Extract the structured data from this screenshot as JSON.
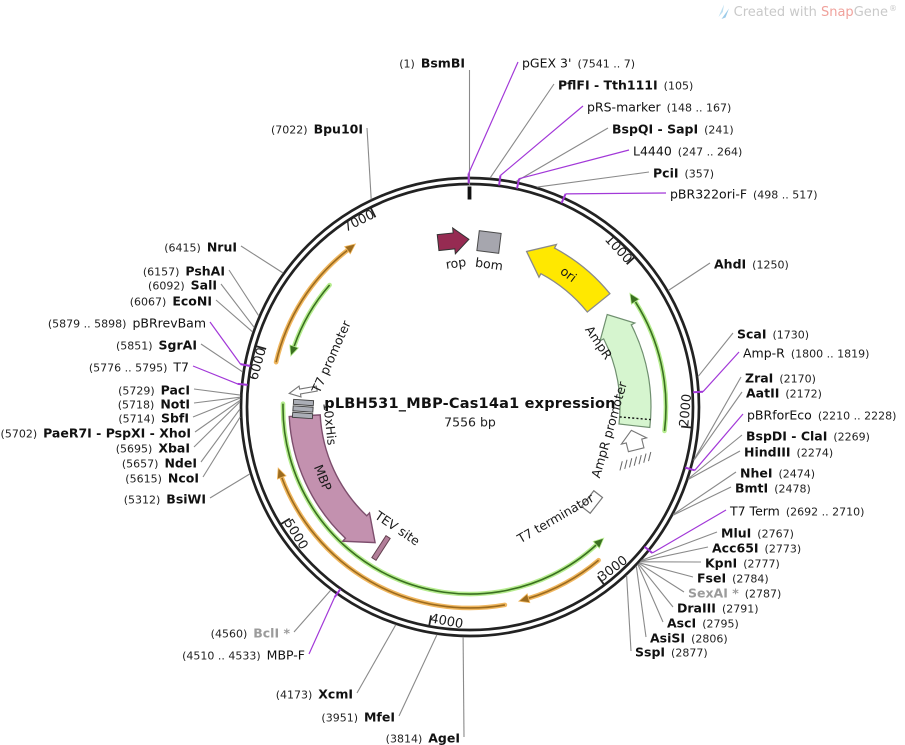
{
  "watermark": {
    "created_with": "Created with ",
    "snap": "Snap",
    "gene": "Gene",
    "reg": "®"
  },
  "plasmid": {
    "name": "pLBH531_MBP-Cas14a1 expression",
    "size": "7556 bp"
  },
  "ticks": [
    {
      "label": "1000"
    },
    {
      "label": "2000"
    },
    {
      "label": "3000"
    },
    {
      "label": "4000"
    },
    {
      "label": "5000"
    },
    {
      "label": "6000"
    },
    {
      "label": "7000"
    }
  ],
  "features": [
    {
      "label": "rop"
    },
    {
      "label": "bom"
    },
    {
      "label": "ori"
    },
    {
      "label": "AmpR"
    },
    {
      "label": "AmpR promoter"
    },
    {
      "label": "T7 terminator"
    },
    {
      "label": "T7 promoter"
    },
    {
      "label": "10xHis"
    },
    {
      "label": "MBP"
    },
    {
      "label": "TEV site"
    }
  ],
  "sites": [
    {
      "label": "BsmBI",
      "pos": "(1)",
      "kind": "enzyme"
    },
    {
      "label": "pGEX 3'",
      "pos": "(7541 .. 7)",
      "kind": "primer"
    },
    {
      "label": "PflFI - Tth111I",
      "pos": "(105)",
      "kind": "enzyme"
    },
    {
      "label": "pRS-marker",
      "pos": "(148 .. 167)",
      "kind": "primer"
    },
    {
      "label": "BspQI - SapI",
      "pos": "(241)",
      "kind": "enzyme"
    },
    {
      "label": "L4440",
      "pos": "(247 .. 264)",
      "kind": "primer"
    },
    {
      "label": "PciI",
      "pos": "(357)",
      "kind": "enzyme"
    },
    {
      "label": "pBR322ori-F",
      "pos": "(498 .. 517)",
      "kind": "primer"
    },
    {
      "label": "AhdI",
      "pos": "(1250)",
      "kind": "enzyme"
    },
    {
      "label": "ScaI",
      "pos": "(1730)",
      "kind": "enzyme"
    },
    {
      "label": "Amp-R",
      "pos": "(1800 .. 1819)",
      "kind": "primer"
    },
    {
      "label": "ZraI",
      "pos": "(2170)",
      "kind": "enzyme"
    },
    {
      "label": "AatII",
      "pos": "(2172)",
      "kind": "enzyme"
    },
    {
      "label": "pBRforEco",
      "pos": "(2210 .. 2228)",
      "kind": "primer"
    },
    {
      "label": "BspDI - ClaI",
      "pos": "(2269)",
      "kind": "enzyme"
    },
    {
      "label": "HindIII",
      "pos": "(2274)",
      "kind": "enzyme"
    },
    {
      "label": "NheI",
      "pos": "(2474)",
      "kind": "enzyme"
    },
    {
      "label": "BmtI",
      "pos": "(2478)",
      "kind": "enzyme"
    },
    {
      "label": "T7 Term",
      "pos": "(2692 .. 2710)",
      "kind": "primer"
    },
    {
      "label": "MluI",
      "pos": "(2767)",
      "kind": "enzyme"
    },
    {
      "label": "Acc65I",
      "pos": "(2773)",
      "kind": "enzyme"
    },
    {
      "label": "KpnI",
      "pos": "(2777)",
      "kind": "enzyme"
    },
    {
      "label": "FseI",
      "pos": "(2784)",
      "kind": "enzyme"
    },
    {
      "label": "SexAI *",
      "pos": "(2787)",
      "kind": "faded"
    },
    {
      "label": "DraIII",
      "pos": "(2791)",
      "kind": "enzyme"
    },
    {
      "label": "AscI",
      "pos": "(2795)",
      "kind": "enzyme"
    },
    {
      "label": "AsiSI",
      "pos": "(2806)",
      "kind": "enzyme"
    },
    {
      "label": "SspI",
      "pos": "(2877)",
      "kind": "enzyme"
    },
    {
      "label": "AgeI",
      "pos": "(3814)",
      "kind": "enzyme"
    },
    {
      "label": "MfeI",
      "pos": "(3951)",
      "kind": "enzyme"
    },
    {
      "label": "XcmI",
      "pos": "(4173)",
      "kind": "enzyme"
    },
    {
      "label": "MBP-F",
      "pos": "(4510 .. 4533)",
      "kind": "primer"
    },
    {
      "label": "BclI *",
      "pos": "(4560)",
      "kind": "faded"
    },
    {
      "label": "BsiWI",
      "pos": "(5312)",
      "kind": "enzyme"
    },
    {
      "label": "NcoI",
      "pos": "(5615)",
      "kind": "enzyme"
    },
    {
      "label": "NdeI",
      "pos": "(5657)",
      "kind": "enzyme"
    },
    {
      "label": "XbaI",
      "pos": "(5695)",
      "kind": "enzyme"
    },
    {
      "label": "PaeR7I - PspXI - XhoI",
      "pos": "(5702)",
      "kind": "enzyme"
    },
    {
      "label": "SbfI",
      "pos": "(5714)",
      "kind": "enzyme"
    },
    {
      "label": "NotI",
      "pos": "(5718)",
      "kind": "enzyme"
    },
    {
      "label": "PacI",
      "pos": "(5729)",
      "kind": "enzyme"
    },
    {
      "label": "T7",
      "pos": "(5776 .. 5795)",
      "kind": "primer"
    },
    {
      "label": "SgrAI",
      "pos": "(5851)",
      "kind": "enzyme"
    },
    {
      "label": "pBRrevBam",
      "pos": "(5879 .. 5898)",
      "kind": "primer"
    },
    {
      "label": "EcoNI",
      "pos": "(6067)",
      "kind": "enzyme"
    },
    {
      "label": "SalI",
      "pos": "(6092)",
      "kind": "enzyme"
    },
    {
      "label": "PshAI",
      "pos": "(6157)",
      "kind": "enzyme"
    },
    {
      "label": "NruI",
      "pos": "(6415)",
      "kind": "enzyme"
    },
    {
      "label": "Bpu10I",
      "pos": "(7022)",
      "kind": "enzyme"
    }
  ],
  "colors": {
    "primer": "#A238D8",
    "enzyme_text": "#111111",
    "faded_text": "#9B9B9B",
    "backbone": "#222222",
    "ori_fill": "#FFE800",
    "ampr_fill": "#D6F5CF",
    "ampr_stroke": "#6F8F6F",
    "mbp_fill": "#C391AF",
    "mbp_stroke": "#7D4E6D",
    "rop_fill": "#962B52",
    "bom_fill": "#A6A6AE",
    "orf_green_light": "#B6EC8F",
    "orf_green_dark": "#3A7020",
    "orf_orange_light": "#F0B75F",
    "orf_orange_dark": "#9C6B1E"
  }
}
